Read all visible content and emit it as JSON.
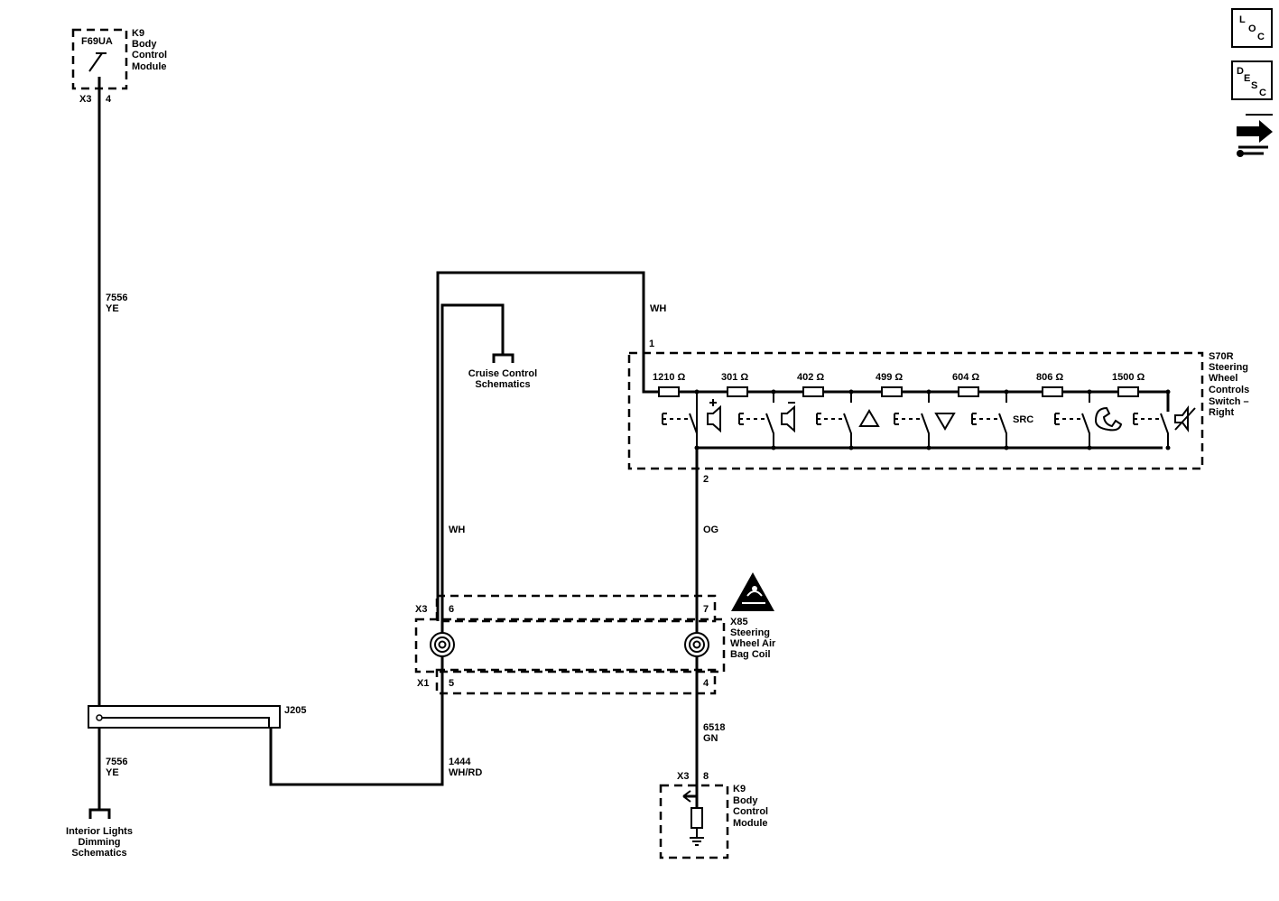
{
  "nav": {
    "loc": [
      "L",
      "O",
      "C"
    ],
    "desc": [
      "D",
      "E",
      "S",
      "C"
    ]
  },
  "bcm_top": {
    "fuse": "F69UA",
    "name": [
      "K9",
      "Body",
      "Control",
      "Module"
    ],
    "connector": "X3",
    "pin": "4"
  },
  "wire_7556_upper": {
    "circuit": "7556",
    "color": "YE"
  },
  "wire_7556_lower": {
    "circuit": "7556",
    "color": "YE"
  },
  "interior_link": [
    "Interior Lights",
    "Dimming",
    "Schematics"
  ],
  "splice": "J205",
  "wire_1444": {
    "circuit": "1444",
    "color": "WH/RD"
  },
  "cruise_link": [
    "Cruise Control",
    "Schematics"
  ],
  "wire_wh_upper": "WH",
  "wire_wh_mid": "WH",
  "wire_og": "OG",
  "wire_6518": {
    "circuit": "6518",
    "color": "GN"
  },
  "swc": {
    "name": [
      "S70R",
      "Steering",
      "Wheel",
      "Controls",
      "Switch –",
      "Right"
    ],
    "pin_in": "1",
    "pin_out": "2",
    "resistors": [
      "1210 Ω",
      "301 Ω",
      "402 Ω",
      "499 Ω",
      "604 Ω",
      "806 Ω",
      "1500 Ω"
    ],
    "src_label": "SRC",
    "icons": [
      "volume-up-icon",
      "volume-down-icon",
      "seek-up-icon",
      "seek-down-icon",
      "phone-icon",
      "mute-icon"
    ]
  },
  "coil": {
    "name": [
      "X85",
      "Steering",
      "Wheel Air",
      "Bag Coil"
    ],
    "x3": "X3",
    "x1": "X1",
    "pin_l_top": "6",
    "pin_r_top": "7",
    "pin_l_bot": "5",
    "pin_r_bot": "4"
  },
  "bcm_bottom": {
    "name": [
      "K9",
      "Body",
      "Control",
      "Module"
    ],
    "connector": "X3",
    "pin": "8"
  }
}
